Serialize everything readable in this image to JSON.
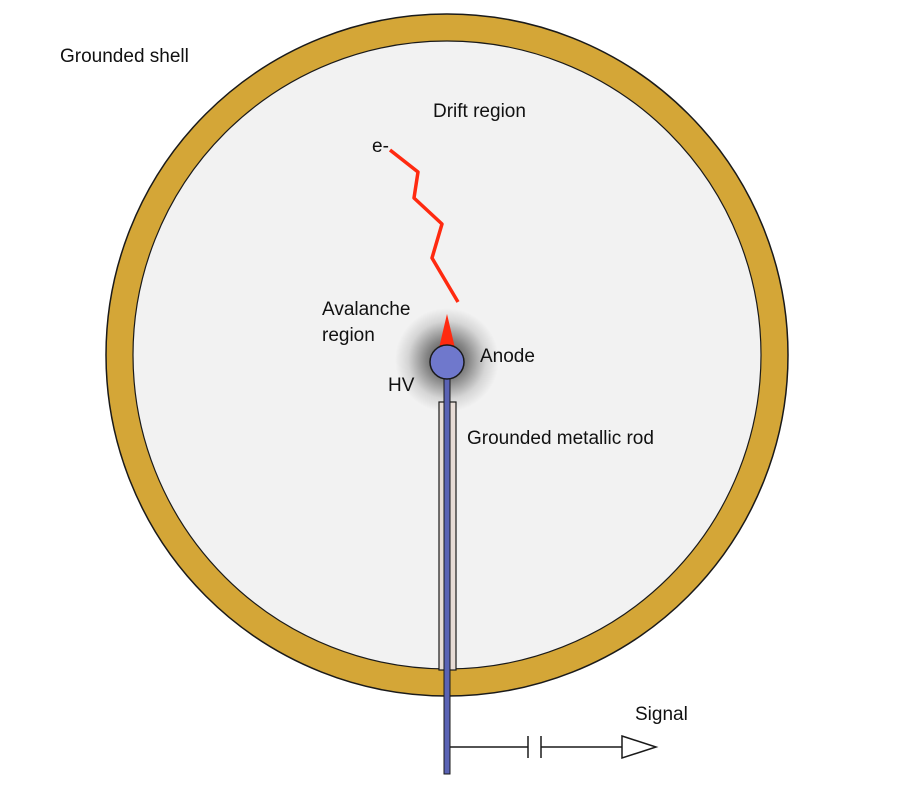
{
  "labels": {
    "grounded_shell": "Grounded shell",
    "drift_region": "Drift region",
    "electron": "e-",
    "avalanche_line1": "Avalanche",
    "avalanche_line2": "region",
    "anode": "Anode",
    "hv": "HV",
    "rod": "Grounded metallic rod",
    "signal": "Signal"
  },
  "colors": {
    "shell": "#d4a637",
    "interior": "#f2f2f2",
    "electron_path": "#ff2a10",
    "anode": "#6f78cc",
    "rod_fill": "#e7dcd6",
    "wire": "#5a63b5",
    "outline": "#1a1a1a"
  }
}
